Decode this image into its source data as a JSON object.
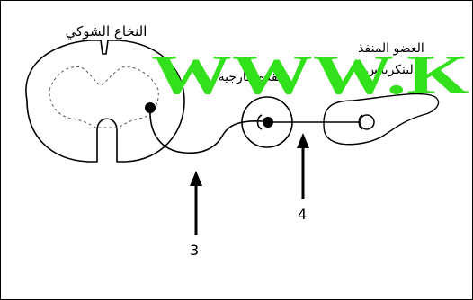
{
  "labels": {
    "spinal_cord": "النخاع الشوكي",
    "external_ganglion": "عقدة خارجية",
    "effector_organ_line1": "العضو المنفذ",
    "effector_organ_line2": "( البنكرياس )",
    "arrow_3": "3",
    "arrow_4": "4"
  },
  "watermark": "WWW.K",
  "colors": {
    "watermark": "#33e01c",
    "line": "#000000",
    "background": "#ffffff"
  }
}
